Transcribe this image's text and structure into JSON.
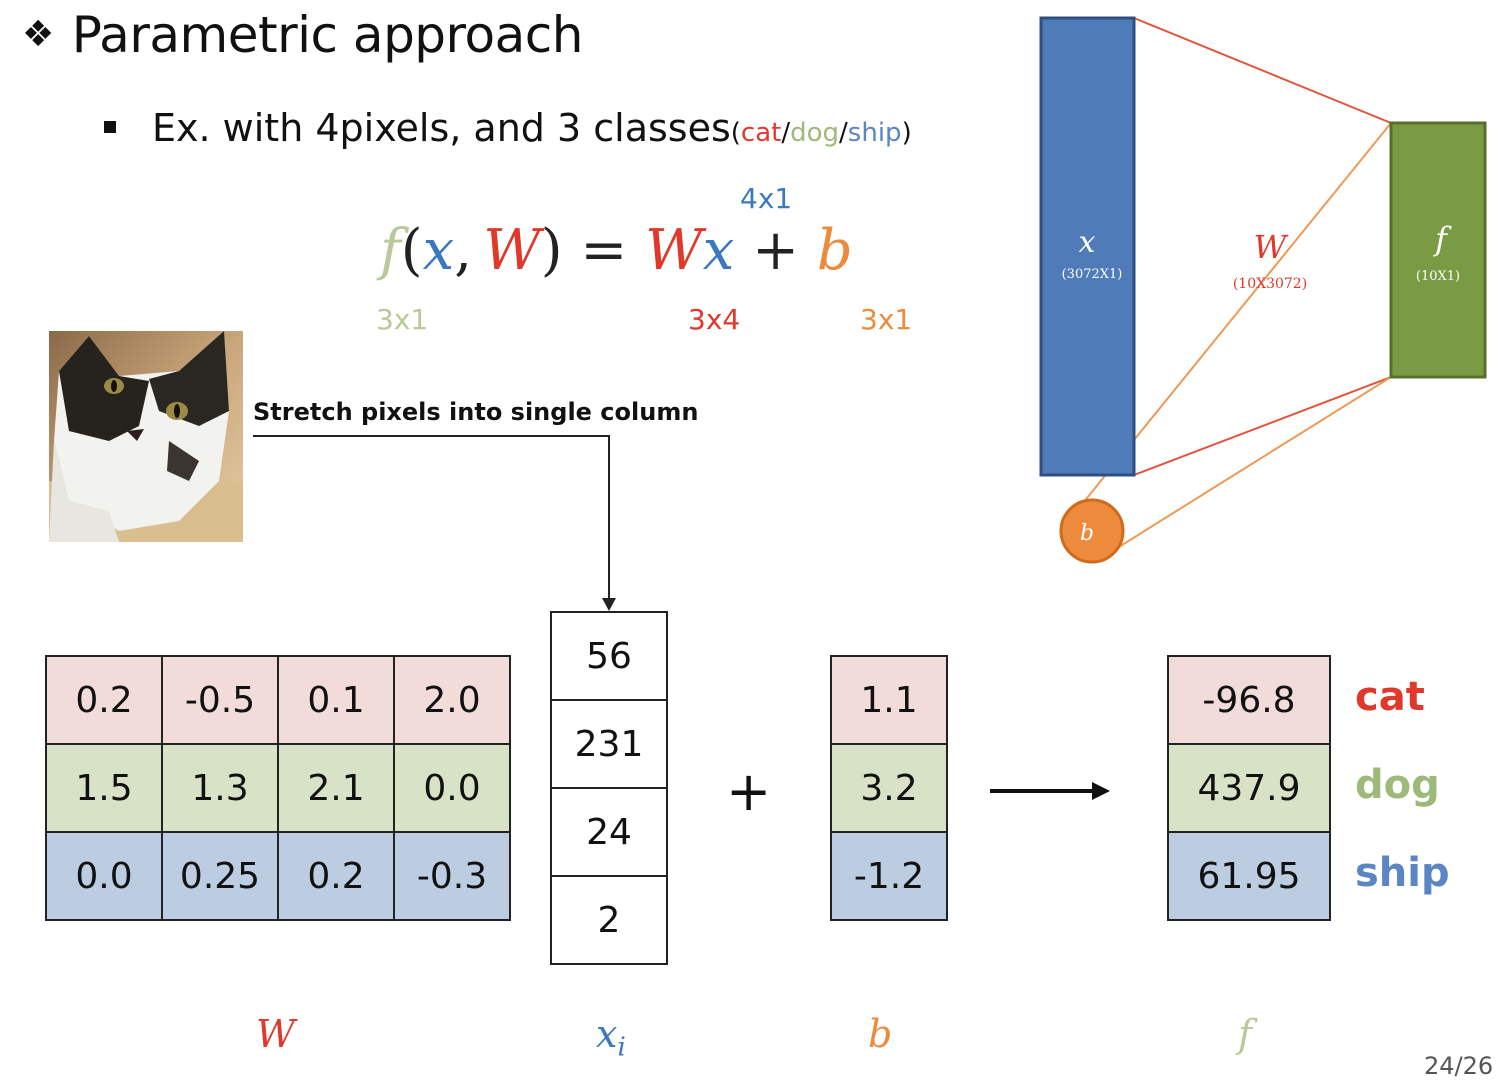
{
  "header": {
    "title": "Parametric approach",
    "bullet_text": "Ex. with 4pixels, and 3 classes",
    "classes_open": "(",
    "classes": [
      "cat",
      "dog",
      "ship"
    ],
    "classes_sep": "/",
    "classes_close": ")"
  },
  "equation": {
    "f": "f",
    "open": "(",
    "x": "x",
    "comma": ",",
    "W": "W",
    "close": ")",
    "equals": "=",
    "W2": "W",
    "x2": "x",
    "plus": "+",
    "b": "b",
    "dim_x": "4x1",
    "dim_f": "3x1",
    "dim_W": "3x4",
    "dim_b": "3x1"
  },
  "stretch_label": "Stretch pixels into single column",
  "weights": [
    [
      "0.2",
      "-0.5",
      "0.1",
      "2.0"
    ],
    [
      "1.5",
      "1.3",
      "2.1",
      "0.0"
    ],
    [
      "0.0",
      "0.25",
      "0.2",
      "-0.3"
    ]
  ],
  "pixels": [
    "56",
    "231",
    "24",
    "2"
  ],
  "plus_sign": "+",
  "bias": [
    "1.1",
    "3.2",
    "-1.2"
  ],
  "scores": [
    "-96.8",
    "437.9",
    "61.95"
  ],
  "score_classes": [
    "cat",
    "dog",
    "ship"
  ],
  "bottom_labels": {
    "W": "W",
    "x": "x",
    "x_sub": "i",
    "b": "b",
    "f": "f"
  },
  "diagram": {
    "x_label": "x",
    "x_dim": "(3072X1)",
    "W_label": "W",
    "W_dim": "(10X3072)",
    "f_label": "f",
    "f_dim": "(10X1)",
    "b_label": "b"
  },
  "page_number": "24/26",
  "colors": {
    "cat": "#e0392b",
    "dog": "#9dba7a",
    "ship": "#5b86c4",
    "bias": "#ee8a3c",
    "x_box": "#4f7bb9",
    "f_box": "#7a9a44"
  }
}
